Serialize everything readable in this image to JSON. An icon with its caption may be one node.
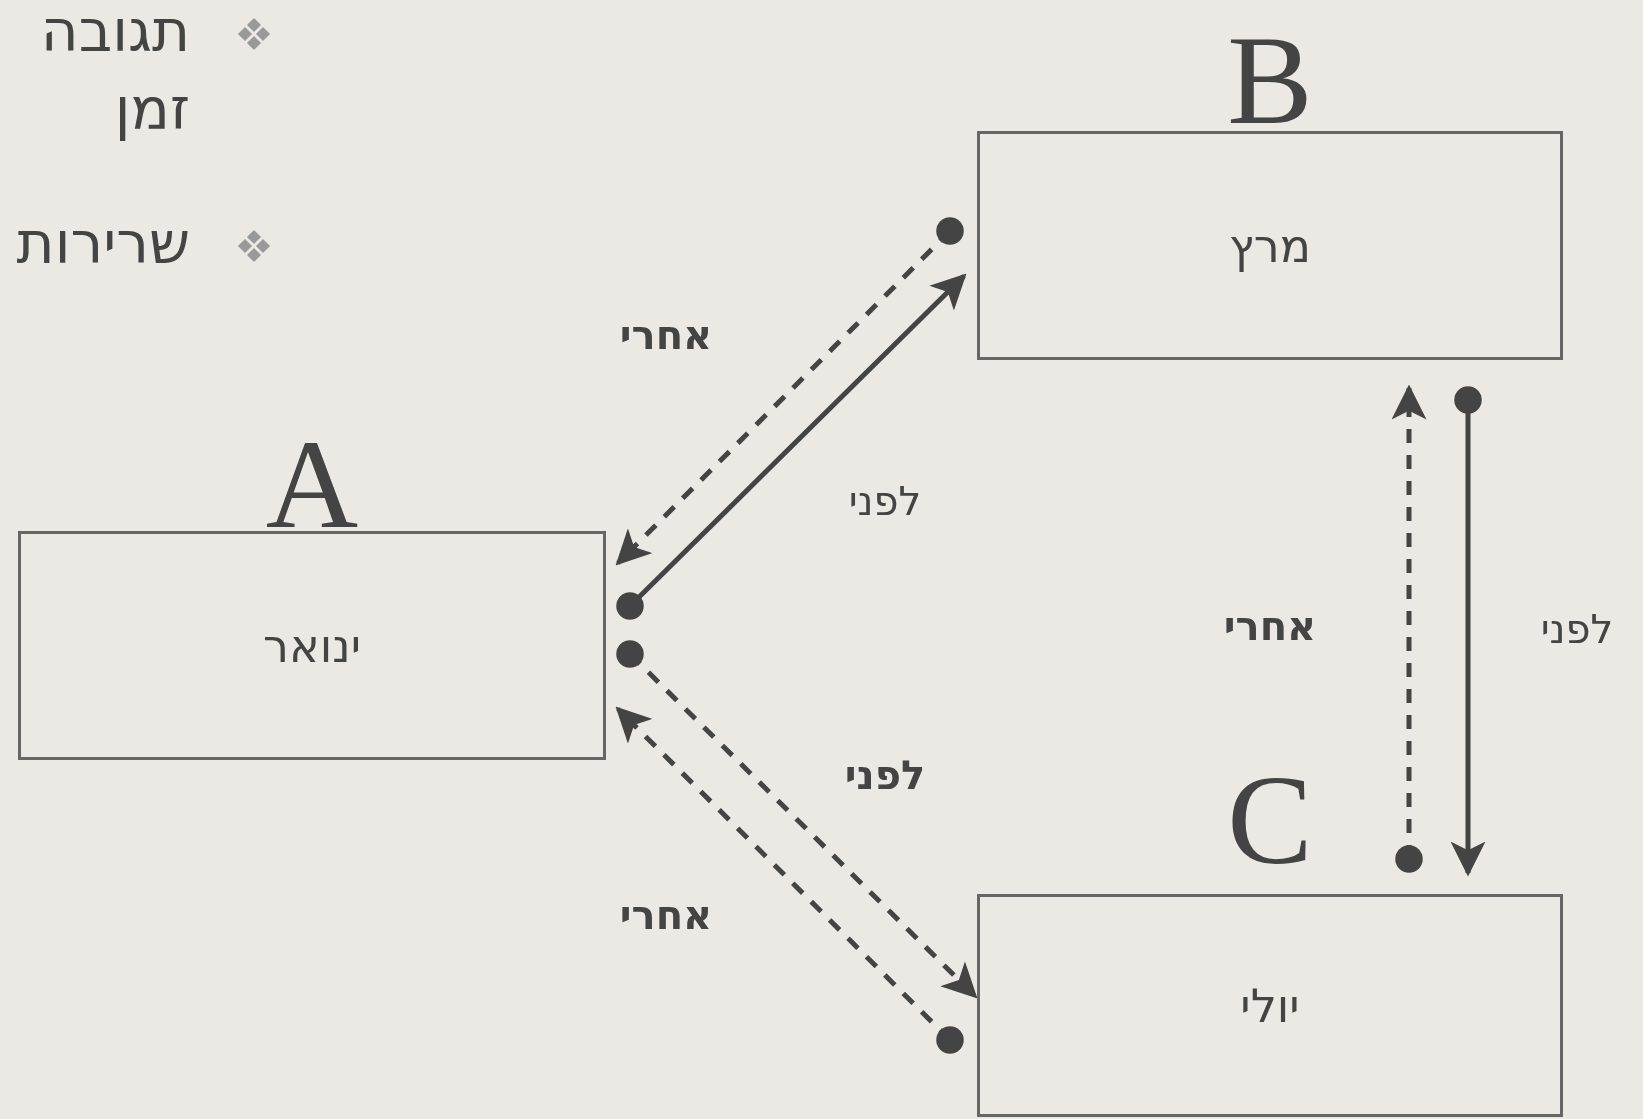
{
  "diagram": {
    "nodes": [
      {
        "text": [
          "A",
          "ינואר"
        ]
      },
      {
        "text": [
          "B",
          "מרץ"
        ]
      },
      {
        "text": [
          "C",
          "יולי"
        ]
      }
    ],
    "edges": [
      {
        "from": 0,
        "to": 1,
        "arrow": "to",
        "label": "לפני"
      },
      {
        "from": 1,
        "to": 0,
        "arrow": "to",
        "label": "אחרי",
        "style": "dashed"
      },
      {
        "from": 0,
        "to": 2,
        "arrow": "to",
        "label": "לפני",
        "style": "dashed"
      },
      {
        "from": 2,
        "to": 0,
        "arrow": "to",
        "label": "אחרי",
        "style": "dashed"
      },
      {
        "from": 1,
        "to": 2,
        "arrow": "to",
        "label": "לפני"
      },
      {
        "from": 2,
        "to": 1,
        "arrow": "to",
        "label": "אחרי",
        "style": "dashed"
      }
    ],
    "labels": [
      "תגובה",
      "זמן",
      "שרירות"
    ]
  }
}
